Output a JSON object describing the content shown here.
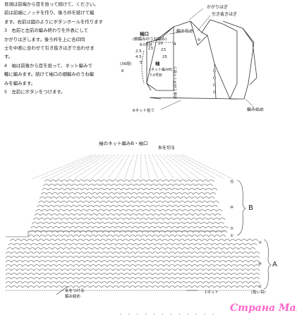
{
  "instructions": [
    "見頃は前端から目を拾って続けて、ください。",
    "前は前端にノッチを作り、後ろ衿を続けて編",
    "ます。右前は図のようにボタンホールを作ります",
    "3　右前と左前の編み終わりを外表にして",
    "かがりはぎします。後ろ衿を上に合印同",
    "士を中表に合わせて引き抜きはぎで合わせま",
    "す。",
    "4　袖は前後から目を拾って、ネット編みで",
    "輪に編みます。続けて袖口の細編みのうね編",
    "みを編みます。",
    "5　左前にボタンをつけます。"
  ],
  "top_diagram": {
    "label_kagari": "かがりはぎ",
    "label_hikinuki": "引き抜きはぎ",
    "label_amihajime": "編み始め",
    "label_sodeguchi": "袖口",
    "label_sodeguchi_sub": "(細編みのうね編み)",
    "label_8dan": "8-0号針",
    "label_nums": [
      "2.5",
      "4.5",
      "5",
      "20",
      "23",
      "23",
      "25"
    ],
    "label_36dan": "(36段)",
    "label_sode": "袖",
    "label_net": "(ネット編みB)",
    "label_7go": "7-0号針",
    "label_zengo": "前後で20ネット拾う",
    "label_6net": "6ネット拾う",
    "label_4cm": "4",
    "label_6": "6"
  },
  "chart": {
    "title": "袖のネット編みB・袖口",
    "label_ameitome": "糸を切る",
    "label_B": "B",
    "label_A": "A",
    "label_amitsukeru": "糸をつける",
    "label_amihajime": "編み始め",
    "label_1net": "1ネット",
    "label_hiroume": "(拾い目)",
    "row_nums_top": [
      "⑮",
      "⑩",
      "⑤",
      "①"
    ],
    "row_nums_bottom": [
      "⑤",
      "⑩",
      "①"
    ]
  },
  "watermark": "Страна Мам",
  "footer": "・ ・ ・ ・ ・ ・ ・ ・ ・ ・ ・ ・"
}
